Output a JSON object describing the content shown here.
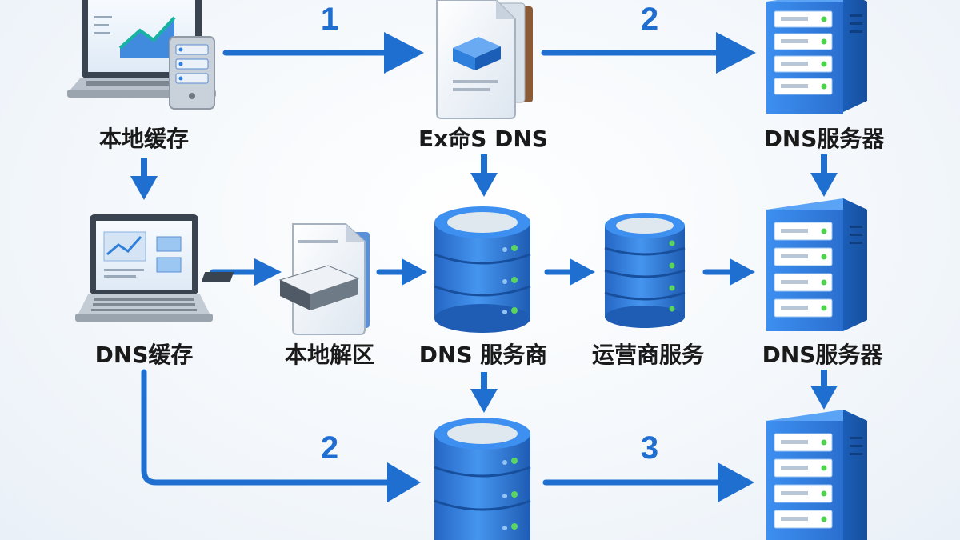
{
  "colors": {
    "accent": "#1e6fd0",
    "server_blue": "#2f7fdc",
    "server_dark": "#1b5eb8",
    "text": "#1a1a1a",
    "led_green": "#5bd65b"
  },
  "nodes": {
    "local_cache": {
      "label": "本地缓存",
      "icon": "laptop-chart-icon"
    },
    "exs_dns": {
      "label": "Ex命S DNS",
      "icon": "document-stack-icon"
    },
    "dns_server_top": {
      "label": "DNS服务器",
      "icon": "server-tower-icon"
    },
    "dns_cache": {
      "label": "DNS缓存",
      "icon": "laptop-icon"
    },
    "local_zone": {
      "label": "本地解区",
      "icon": "document-device-icon"
    },
    "dns_provider": {
      "label": "DNS 服务商",
      "icon": "database-icon"
    },
    "isp_service": {
      "label": "运营商服务",
      "icon": "database-icon"
    },
    "dns_server_mid": {
      "label": "DNS服务器",
      "icon": "server-tower-icon"
    },
    "bottom_database": {
      "icon": "database-icon"
    },
    "bottom_server": {
      "icon": "server-tower-icon"
    }
  },
  "steps": {
    "s1": "1",
    "s2_top": "2",
    "s2_bottom": "2",
    "s3": "3"
  }
}
